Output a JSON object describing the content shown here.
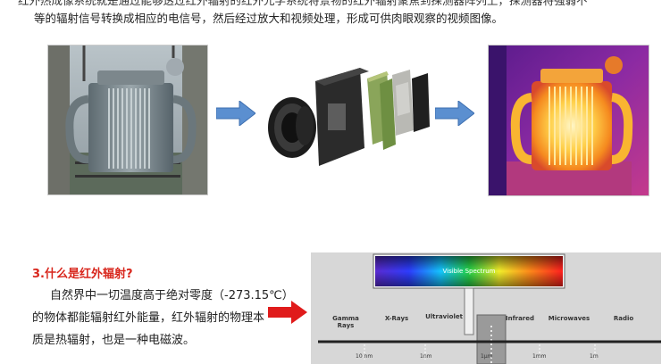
{
  "intro": {
    "line1": "红外热成像系统就是通过能够透过红外辐射的红外光学系统将景物的红外辐射聚焦到探测器阵列上，探测器将强弱不",
    "line2": "等的辐射信号转换成相应的电信号，然后经过放大和视频处理，形成可供肉眼观察的视频图像。"
  },
  "section": {
    "title": "3.什么是红外辐射?",
    "lines": [
      "自然界中一切温度高于绝对零度（-273.15℃）",
      "的物体都能辐射红外能量，红外辐射的物理本",
      "质是热辐射，也是一种电磁波。"
    ]
  },
  "spectrum": {
    "visible_label": "Visible Spectrum",
    "bands": [
      "Gamma Rays",
      "X-Rays",
      "Ultraviolet",
      "Infrared",
      "Microwaves",
      "Radio"
    ],
    "ticks": [
      "10 nm",
      "1nm",
      "1μm",
      "1mm",
      "1m"
    ]
  },
  "colors": {
    "accent_red": "#d8261c",
    "arrow_blue": "#5b8fd0"
  },
  "icons": [
    "right-arrow-icon",
    "red-right-arrow-icon"
  ]
}
